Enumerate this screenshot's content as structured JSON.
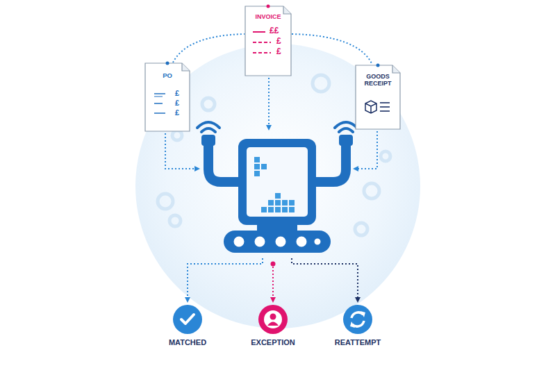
{
  "diagram": {
    "nodes": [
      {
        "text": [
          "PO",
          "£",
          "£",
          "£"
        ]
      },
      {
        "text": [
          "INVOICE",
          "££",
          "£",
          "£"
        ]
      },
      {
        "text": [
          "GOODS RECEIPT"
        ]
      },
      {
        "text": [
          "MATCHED"
        ]
      },
      {
        "text": [
          "EXCEPTION"
        ]
      },
      {
        "text": [
          "REATTEMPT"
        ]
      }
    ],
    "edges": [
      {
        "from": 0,
        "to": 1,
        "arrow": "none"
      },
      {
        "from": 1,
        "to": 2,
        "arrow": "none"
      }
    ]
  }
}
